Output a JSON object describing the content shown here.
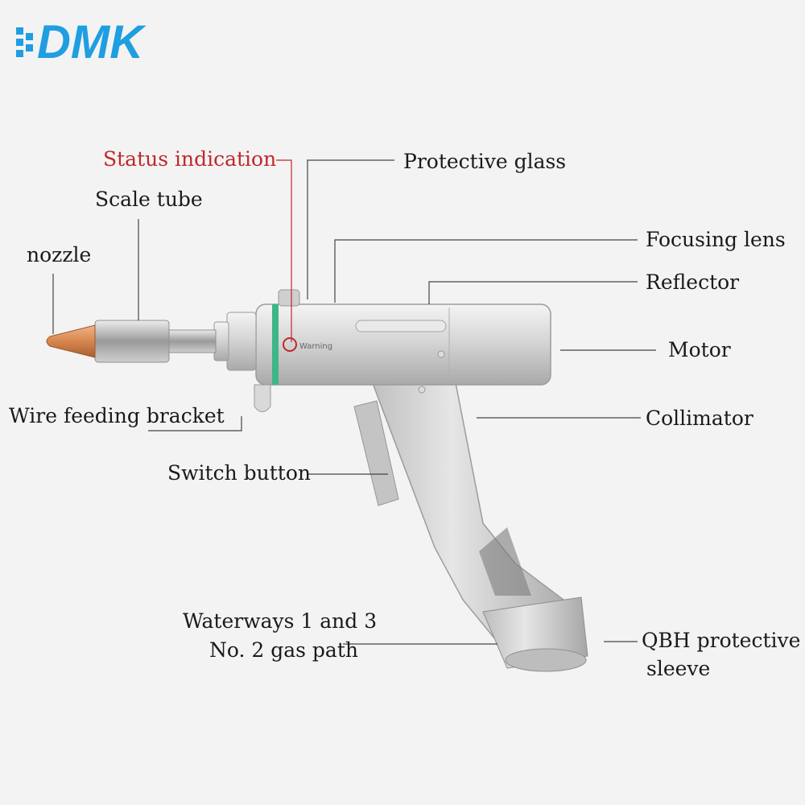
{
  "logo": {
    "text": "DMK",
    "color": "#1f9ee0"
  },
  "labels": {
    "status_indication": "Status indication",
    "protective_glass": "Protective glass",
    "scale_tube": "Scale tube",
    "nozzle": "nozzle",
    "focusing_lens": "Focusing lens",
    "reflector": "Reflector",
    "motor": "Motor",
    "wire_feeding_bracket": "Wire feeding bracket",
    "collimator": "Collimator",
    "switch_button": "Switch button",
    "waterways": "Waterways 1 and 3",
    "gas_path": "No. 2 gas path",
    "qbh_line1": "QBH protective",
    "qbh_line2": "sleeve"
  },
  "device": {
    "engraving": "Warning"
  },
  "colors": {
    "accent_red": "#c0282c",
    "indicator_ring": "#3fb58a",
    "nozzle_copper": "#d7864f"
  }
}
